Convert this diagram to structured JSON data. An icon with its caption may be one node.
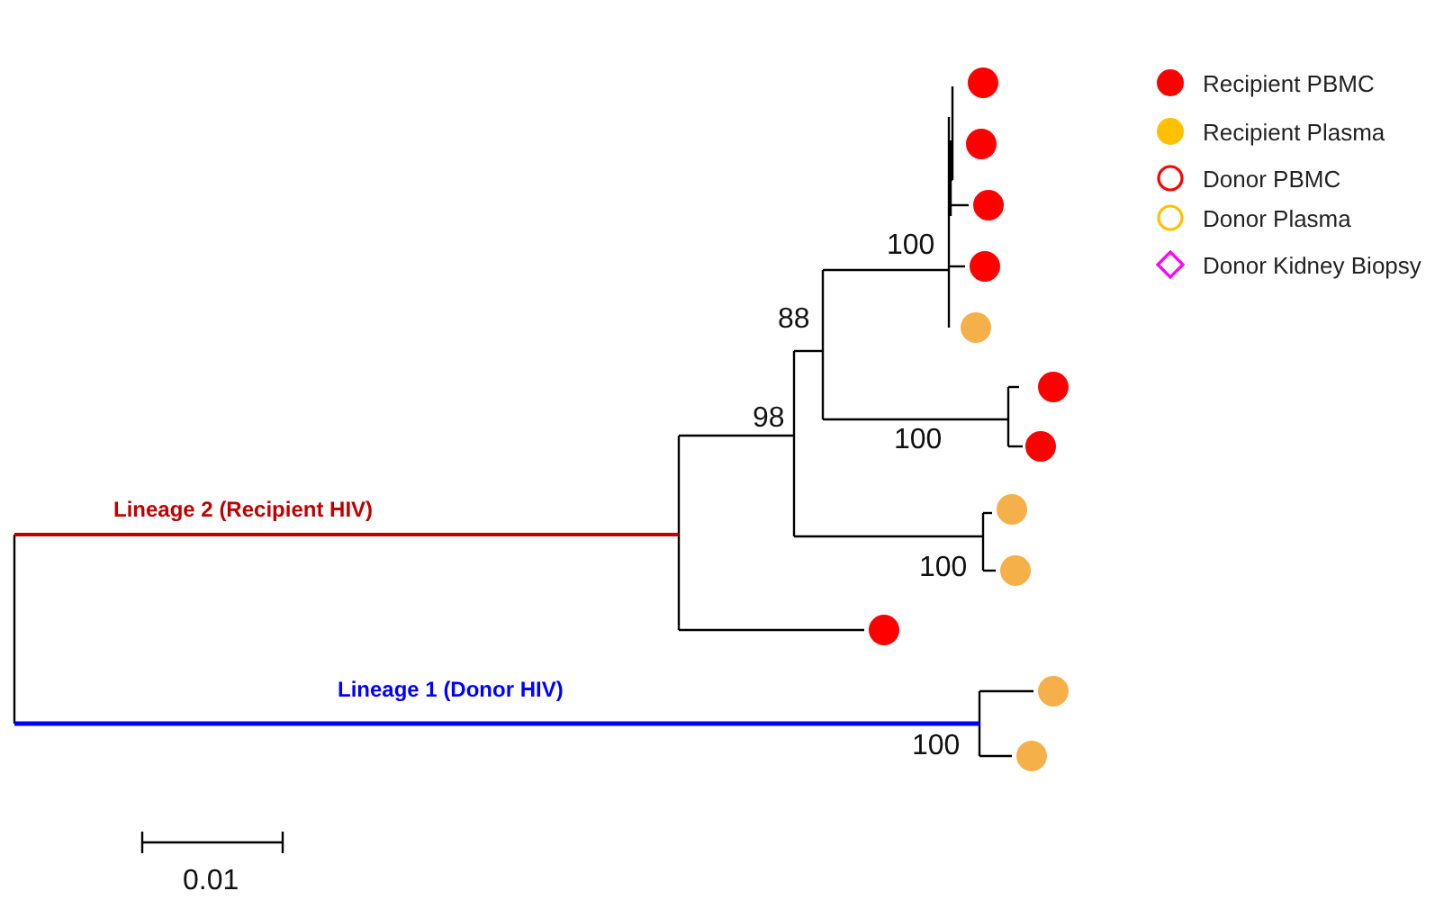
{
  "diagram": {
    "labels": [
      "100",
      "88",
      "98",
      "100",
      "Lineage 2 (Recipient HIV)",
      "100",
      "Lineage 1 (Donor HIV)",
      "100",
      "0.01"
    ],
    "legend": [
      {
        "text": "Recipient PBMC",
        "color": "#ff0000"
      },
      {
        "text": "Recipient Plasma",
        "color": "#ffc000"
      },
      {
        "text": "Donor PBMC"
      },
      {
        "text": "Donor Plasma"
      },
      {
        "text": "Donor Kidney Biopsy"
      }
    ]
  }
}
